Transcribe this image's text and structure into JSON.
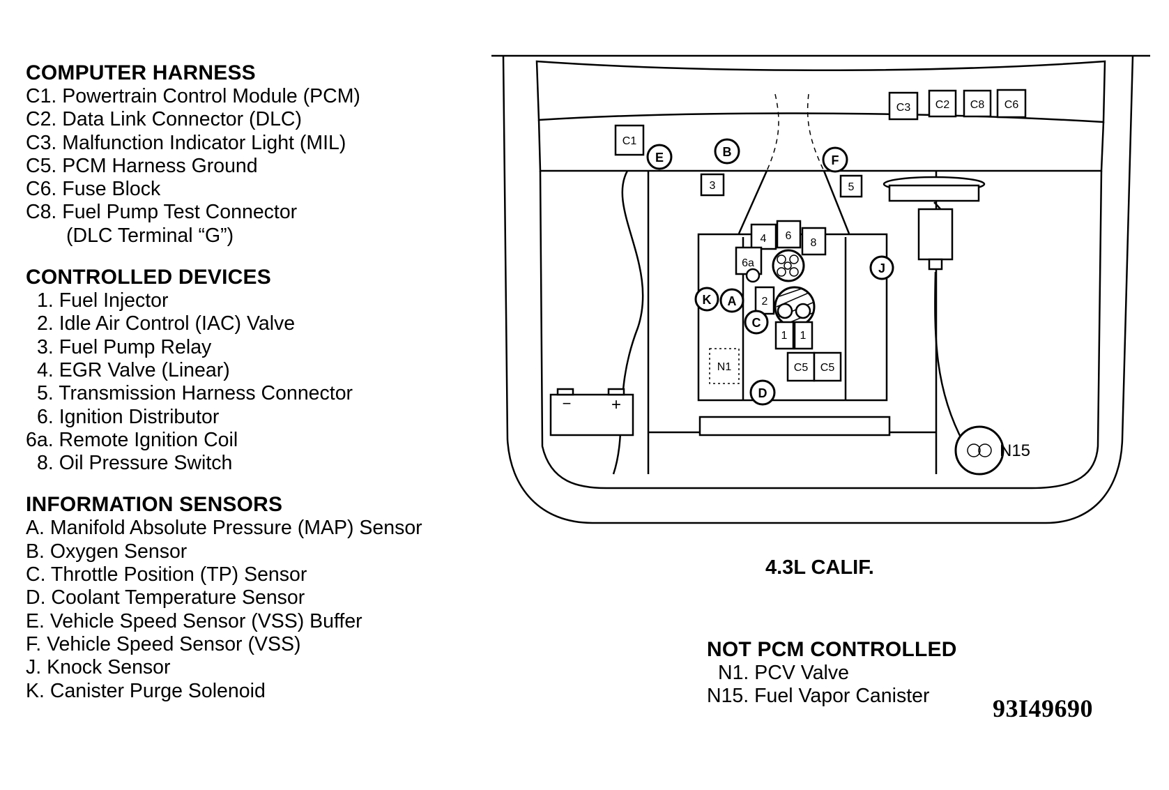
{
  "legend": {
    "computer_harness": {
      "heading": "COMPUTER HARNESS",
      "items": [
        {
          "code": "C1.",
          "text": "Powertrain Control Module (PCM)"
        },
        {
          "code": "C2.",
          "text": "Data Link Connector (DLC)"
        },
        {
          "code": "C3.",
          "text": "Malfunction Indicator Light (MIL)"
        },
        {
          "code": "C5.",
          "text": "PCM Harness Ground"
        },
        {
          "code": "C6.",
          "text": "Fuse Block"
        },
        {
          "code": "C8.",
          "text": "Fuel Pump Test Connector"
        },
        {
          "code": "",
          "text": "(DLC Terminal “G”)"
        }
      ]
    },
    "controlled_devices": {
      "heading": "CONTROLLED DEVICES",
      "items": [
        {
          "code": "1.",
          "text": "Fuel Injector"
        },
        {
          "code": "2.",
          "text": "Idle Air Control (IAC) Valve"
        },
        {
          "code": "3.",
          "text": "Fuel Pump Relay"
        },
        {
          "code": "4.",
          "text": "EGR Valve (Linear)"
        },
        {
          "code": "5.",
          "text": "Transmission Harness Connector"
        },
        {
          "code": "6.",
          "text": "Ignition Distributor"
        },
        {
          "code": "6a.",
          "text": "Remote Ignition Coil"
        },
        {
          "code": "8.",
          "text": "Oil Pressure Switch"
        }
      ]
    },
    "information_sensors": {
      "heading": "INFORMATION SENSORS",
      "items": [
        {
          "code": "A.",
          "text": "Manifold Absolute Pressure (MAP) Sensor"
        },
        {
          "code": "B.",
          "text": "Oxygen Sensor"
        },
        {
          "code": "C.",
          "text": "Throttle Position (TP) Sensor"
        },
        {
          "code": "D.",
          "text": "Coolant Temperature Sensor"
        },
        {
          "code": "E.",
          "text": "Vehicle Speed Sensor (VSS) Buffer"
        },
        {
          "code": "F.",
          "text": "Vehicle Speed Sensor (VSS)"
        },
        {
          "code": "J.",
          "text": "Knock Sensor"
        },
        {
          "code": "K.",
          "text": "Canister Purge Solenoid"
        }
      ]
    }
  },
  "engine_label": "4.3L CALIF.",
  "not_pcm": {
    "heading": "NOT PCM CONTROLLED",
    "items": [
      {
        "code": "N1.",
        "text": "PCV Valve"
      },
      {
        "code": "N15.",
        "text": "Fuel Vapor Canister"
      }
    ]
  },
  "figure_id": "93I49690",
  "diagram_labels": {
    "c3": "C3",
    "c2": "C2",
    "c8": "C8",
    "c6": "C6",
    "c1": "C1",
    "relay3": "3",
    "conn5": "5",
    "egr4": "4",
    "dist6": "6",
    "oil8": "8",
    "coil6a": "6a",
    "iac2": "2",
    "inj1a": "1",
    "inj1b": "1",
    "c5a": "C5",
    "c5b": "C5",
    "n1": "N1",
    "n15": "N15",
    "sensor_e": "E",
    "sensor_b": "B",
    "sensor_f": "F",
    "sensor_j": "J",
    "sensor_k": "K",
    "sensor_a": "A",
    "sensor_c": "C",
    "sensor_d": "D",
    "battery_neg": "−",
    "battery_pos": "+"
  }
}
